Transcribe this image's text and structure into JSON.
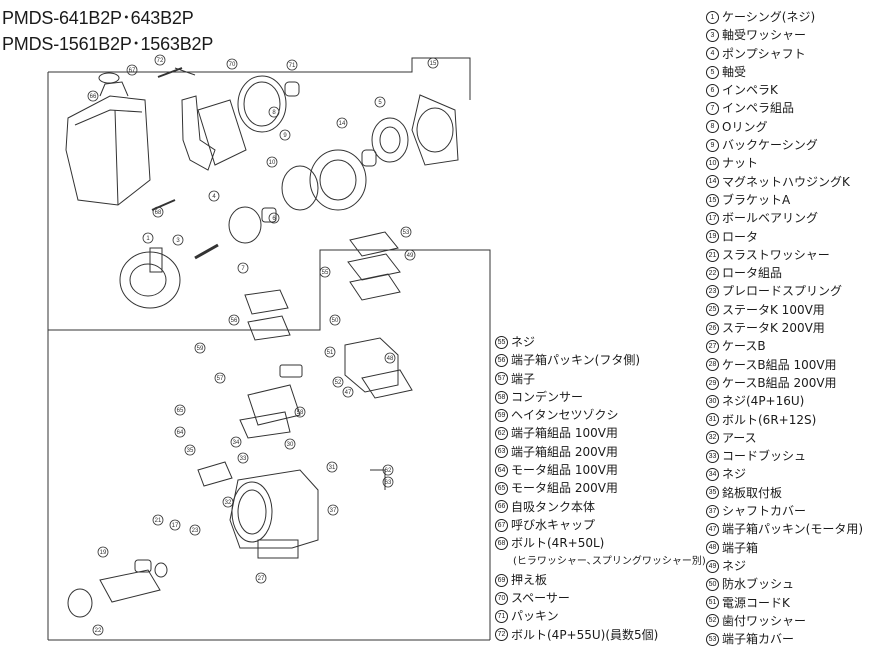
{
  "titles": [
    "PMDS-641B2P･643B2P",
    "PMDS-1561B2P･1563B2P"
  ],
  "legend_right": [
    {
      "num": "1",
      "label": "ケーシング(ネジ)"
    },
    {
      "num": "3",
      "label": "軸受ワッシャー"
    },
    {
      "num": "4",
      "label": "ポンプシャフト"
    },
    {
      "num": "5",
      "label": "軸受"
    },
    {
      "num": "6",
      "label": "インペラK"
    },
    {
      "num": "7",
      "label": "インペラ組品"
    },
    {
      "num": "8",
      "label": "Oリング"
    },
    {
      "num": "9",
      "label": "バックケーシング"
    },
    {
      "num": "10",
      "label": "ナット"
    },
    {
      "num": "14",
      "label": "マグネットハウジングK"
    },
    {
      "num": "15",
      "label": "ブラケットA"
    },
    {
      "num": "17",
      "label": "ボールベアリング"
    },
    {
      "num": "19",
      "label": "ロータ"
    },
    {
      "num": "21",
      "label": "スラストワッシャー"
    },
    {
      "num": "22",
      "label": "ロータ組品"
    },
    {
      "num": "23",
      "label": "プレロードスプリング"
    },
    {
      "num": "25",
      "label": "ステータK 100V用"
    },
    {
      "num": "26",
      "label": "ステータK 200V用"
    },
    {
      "num": "27",
      "label": "ケースB"
    },
    {
      "num": "28",
      "label": "ケースB組品 100V用"
    },
    {
      "num": "29",
      "label": "ケースB組品 200V用"
    },
    {
      "num": "30",
      "label": "ネジ(4P+16U)"
    },
    {
      "num": "31",
      "label": "ボルト(6R+12S)"
    },
    {
      "num": "32",
      "label": "アース"
    },
    {
      "num": "33",
      "label": "コードブッシュ"
    },
    {
      "num": "34",
      "label": "ネジ"
    },
    {
      "num": "35",
      "label": "銘板取付板"
    },
    {
      "num": "37",
      "label": "シャフトカバー"
    },
    {
      "num": "47",
      "label": "端子箱パッキン(モータ用)"
    },
    {
      "num": "48",
      "label": "端子箱"
    },
    {
      "num": "49",
      "label": "ネジ"
    },
    {
      "num": "50",
      "label": "防水ブッシュ"
    },
    {
      "num": "51",
      "label": "電源コードK"
    },
    {
      "num": "52",
      "label": "歯付ワッシャー"
    },
    {
      "num": "53",
      "label": "端子箱カバー"
    }
  ],
  "legend_left": [
    {
      "num": "55",
      "label": "ネジ"
    },
    {
      "num": "56",
      "label": "端子箱パッキン(フタ側)"
    },
    {
      "num": "57",
      "label": "端子"
    },
    {
      "num": "58",
      "label": "コンデンサー"
    },
    {
      "num": "59",
      "label": "ヘイタンセツゾクシ"
    },
    {
      "num": "62",
      "label": "端子箱組品 100V用"
    },
    {
      "num": "63",
      "label": "端子箱組品 200V用"
    },
    {
      "num": "64",
      "label": "モータ組品 100V用"
    },
    {
      "num": "65",
      "label": "モータ組品 200V用"
    },
    {
      "num": "66",
      "label": "自吸タンク本体"
    },
    {
      "num": "67",
      "label": "呼び水キャップ"
    },
    {
      "num": "68",
      "label": "ボルト(4R+50L)"
    },
    {
      "num": "",
      "label": "(ヒラワッシャー､スプリングワッシャー別)"
    },
    {
      "num": "69",
      "label": "押え板"
    },
    {
      "num": "70",
      "label": "スペーサー"
    },
    {
      "num": "71",
      "label": "パッキン"
    },
    {
      "num": "72",
      "label": "ボルト(4P+55U)(員数5個)"
    }
  ],
  "callouts": [
    "66",
    "67",
    "72",
    "70",
    "71",
    "68",
    "9",
    "8",
    "15",
    "5",
    "14",
    "10",
    "3",
    "1",
    "6",
    "7",
    "4",
    "53",
    "49",
    "55",
    "56",
    "50",
    "51",
    "52",
    "57",
    "58",
    "47",
    "59",
    "48",
    "35",
    "62",
    "63",
    "64",
    "65",
    "34",
    "33",
    "30",
    "32",
    "31",
    "37",
    "27",
    "17",
    "21",
    "23",
    "19",
    "22"
  ]
}
